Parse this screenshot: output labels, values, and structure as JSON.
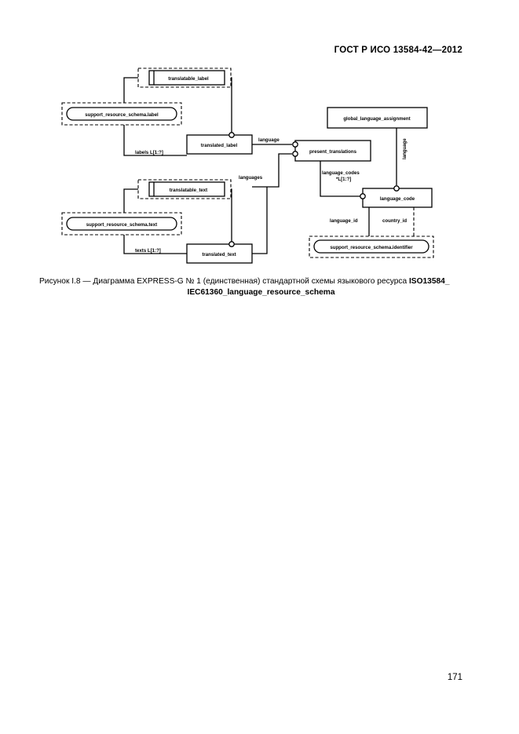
{
  "header": {
    "standard_title": "ГОСТ Р ИСО 13584-42—2012"
  },
  "footer": {
    "page_number": "171"
  },
  "caption": {
    "line1_prefix": "Рисунок I.8 — Диаграмма EXPRESS-G № 1 (единственная) стандартной схемы языкового ресурса ",
    "line1_bold": "ISO13584_",
    "line2_bold": "IEC61360_language_resource_schema"
  },
  "diagram": {
    "type": "EXPRESS-G",
    "entities": [
      {
        "id": "translatable_label",
        "label": "translatable_label",
        "style": "dashed-rect"
      },
      {
        "id": "support_resource_schema_label",
        "label": "support_resource_schema.label",
        "style": "dashed-rect-rounded-inner"
      },
      {
        "id": "translated_label",
        "label": "translated_label",
        "style": "solid-rect"
      },
      {
        "id": "present_translations",
        "label": "present_translations",
        "style": "solid-rect"
      },
      {
        "id": "global_language_assignment",
        "label": "global_language_assignment",
        "style": "solid-rect"
      },
      {
        "id": "language_code",
        "label": "language_code",
        "style": "solid-rect"
      },
      {
        "id": "support_resource_schema_identifier",
        "label": "support_resource_schema.identifier",
        "style": "dashed-rect-rounded-inner"
      },
      {
        "id": "translatable_text",
        "label": "translatable_text",
        "style": "dashed-rect"
      },
      {
        "id": "support_resource_schema_text",
        "label": "support_resource_schema.text",
        "style": "dashed-rect-rounded-inner"
      },
      {
        "id": "translated_text",
        "label": "translated_text",
        "style": "solid-rect"
      }
    ],
    "relationship_labels": [
      {
        "id": "labels",
        "text": "labels L[1:?]"
      },
      {
        "id": "texts",
        "text": "texts L[1:?]"
      },
      {
        "id": "language_top",
        "text": "language"
      },
      {
        "id": "languages_mid",
        "text": "languages"
      },
      {
        "id": "language_codes",
        "text": "language_codes"
      },
      {
        "id": "language_codes_card",
        "text": "*L[1:?]"
      },
      {
        "id": "language_right",
        "text": "language"
      },
      {
        "id": "language_id",
        "text": "language_id"
      },
      {
        "id": "country_id",
        "text": "country_id"
      }
    ]
  }
}
